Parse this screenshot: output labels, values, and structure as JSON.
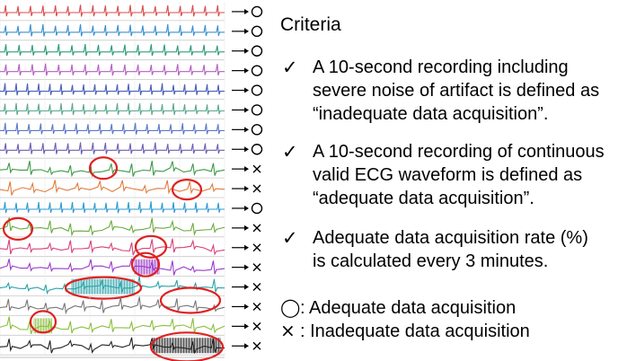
{
  "criteria": {
    "title": "Criteria",
    "items": [
      {
        "mark": "✓",
        "lines": [
          "A 10-second recording including",
          "severe noise of artifact is defined as",
          "“inadequate data acquisition”."
        ]
      },
      {
        "mark": "✓",
        "lines": [
          "A 10-second recording of continuous",
          "valid ECG waveform is defined as",
          "“adequate data acquisition”."
        ]
      },
      {
        "mark": "✓",
        "lines": [
          "Adequate data acquisition rate (%)",
          "is calculated every 3 minutes."
        ]
      }
    ]
  },
  "legend": {
    "adequate_symbol": "◯",
    "adequate_label": ": Adequate data acquisition",
    "inadequate_symbol": "×",
    "inadequate_label": ": Inadequate data acquisition"
  },
  "recordings": [
    {
      "color": "#d94c4c",
      "result": "adequate"
    },
    {
      "color": "#3a8fd0",
      "result": "adequate"
    },
    {
      "color": "#2e9a7a",
      "result": "adequate"
    },
    {
      "color": "#b45fc2",
      "result": "adequate"
    },
    {
      "color": "#4a5fb8",
      "result": "adequate"
    },
    {
      "color": "#5aa88e",
      "result": "adequate"
    },
    {
      "color": "#5b79c9",
      "result": "adequate"
    },
    {
      "color": "#6c5fb3",
      "result": "adequate"
    },
    {
      "color": "#3b9a46",
      "result": "inadequate",
      "noise": true
    },
    {
      "color": "#e07b3c",
      "result": "inadequate",
      "noise": true
    },
    {
      "color": "#2e9ad0",
      "result": "adequate"
    },
    {
      "color": "#6aaa3a",
      "result": "inadequate",
      "noise": true
    },
    {
      "color": "#d6417a",
      "result": "inadequate",
      "noise": true
    },
    {
      "color": "#9b3bc9",
      "result": "inadequate",
      "noise": true
    },
    {
      "color": "#2aa3a8",
      "result": "inadequate",
      "noise": true
    },
    {
      "color": "#777777",
      "result": "inadequate",
      "noise": true
    },
    {
      "color": "#8bbf3c",
      "result": "inadequate",
      "noise": true
    },
    {
      "color": "#222222",
      "result": "inadequate",
      "noise": true
    }
  ]
}
